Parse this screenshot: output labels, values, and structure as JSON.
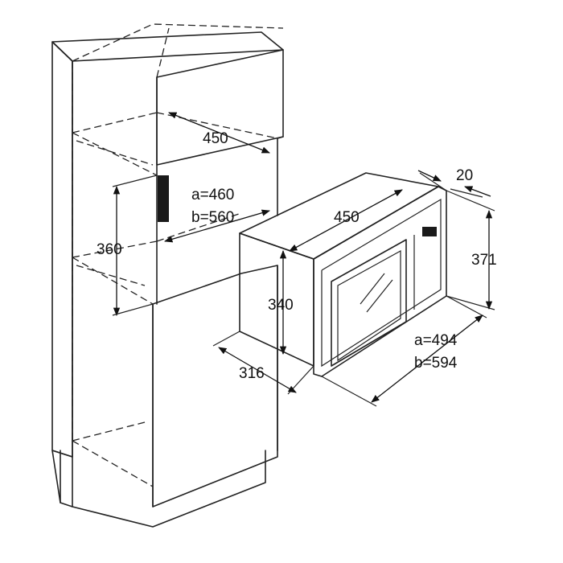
{
  "dimensions": {
    "niche_depth": "450",
    "niche_width_a": "a=460",
    "niche_width_b": "b=560",
    "niche_height": "360",
    "trim_depth": "20",
    "oven_depth": "450",
    "front_height": "371",
    "body_height": "340",
    "body_width": "316",
    "front_width_a": "a=494",
    "front_width_b": "b=594"
  },
  "colors": {
    "line": "#222222",
    "vent": "#1a1a1a"
  }
}
